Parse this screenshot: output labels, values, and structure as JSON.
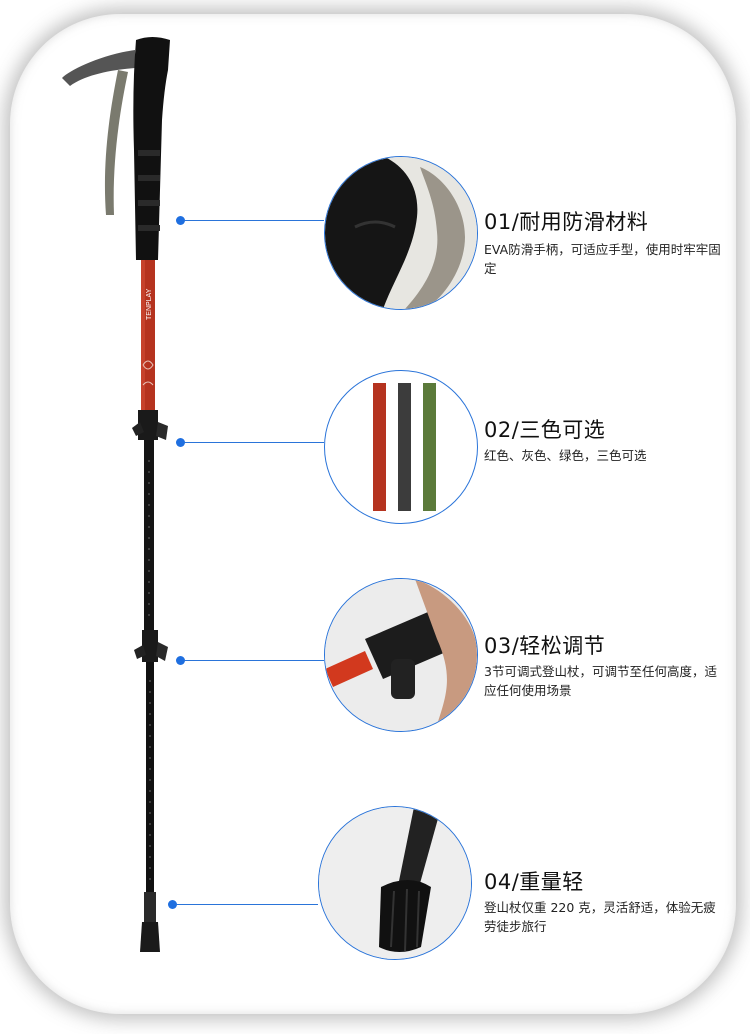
{
  "brand": "TENPLAY",
  "features": [
    {
      "title": "01/耐用防滑材料",
      "desc": "EVA防滑手柄，可适应手型，使用时牢牢固定"
    },
    {
      "title": "02/三色可选",
      "desc": "红色、灰色、绿色，三色可选"
    },
    {
      "title": "03/轻松调节",
      "desc": "3节可调式登山杖，可调节至任何高度，适应任何使用场景"
    },
    {
      "title": "04/重量轻",
      "desc": "登山杖仅重 220 克，灵活舒适，体验无疲劳徒步旅行"
    }
  ],
  "colors": {
    "accent": "#2a74d9",
    "red": "#c0392b",
    "gray": "#3c3c3c",
    "green": "#5b7a3a"
  }
}
